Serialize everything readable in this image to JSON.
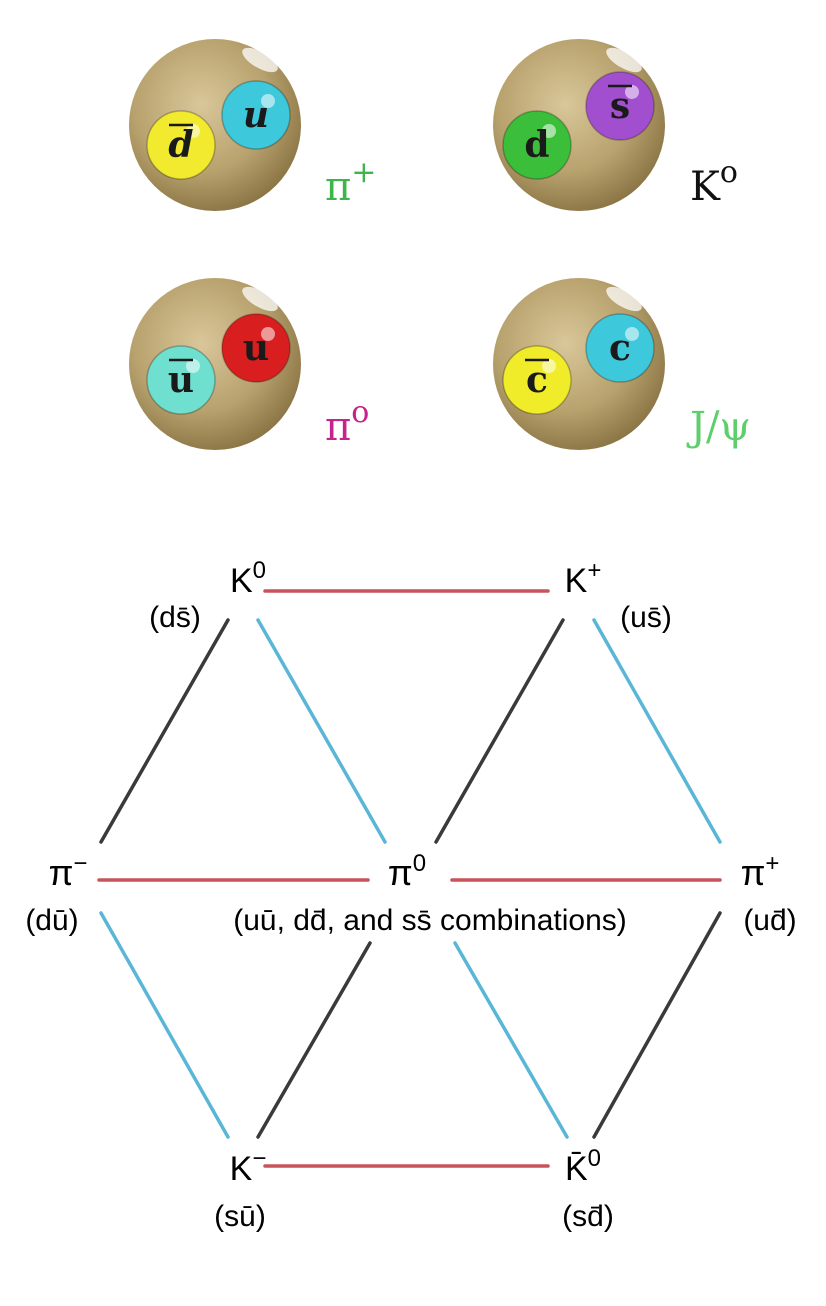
{
  "mesons": [
    {
      "name": "pi-plus-meson",
      "label_main": "π",
      "label_sup": "+",
      "label_color": "#3cb54a",
      "quarks": [
        {
          "text": "d",
          "bar": true,
          "italic": true,
          "color": "#f2ea2e"
        },
        {
          "text": "u",
          "bar": false,
          "italic": true,
          "color": "#3ec8dc"
        }
      ]
    },
    {
      "name": "k-zero-meson",
      "label_main": "K",
      "label_sup": "o",
      "label_color": "#111111",
      "quarks": [
        {
          "text": "d",
          "bar": false,
          "italic": false,
          "color": "#3bbf3b"
        },
        {
          "text": "s",
          "bar": true,
          "italic": false,
          "color": "#a24fcf"
        }
      ]
    },
    {
      "name": "pi-zero-meson",
      "label_main": "π",
      "label_sup": "o",
      "label_color": "#c4248c",
      "quarks": [
        {
          "text": "u",
          "bar": true,
          "italic": false,
          "color": "#6fe0cf"
        },
        {
          "text": "u",
          "bar": false,
          "italic": false,
          "color": "#d81e1e"
        }
      ]
    },
    {
      "name": "j-psi-meson",
      "label_main": "J/ψ",
      "label_sup": "",
      "label_color": "#5ccf6a",
      "quarks": [
        {
          "text": "c",
          "bar": true,
          "italic": false,
          "color": "#f0ec2a"
        },
        {
          "text": "c",
          "bar": false,
          "italic": false,
          "color": "#3ec8dc"
        }
      ]
    }
  ],
  "octet": {
    "nodes": {
      "k0": {
        "symbol": "K",
        "sup": "0",
        "content": "(ds̄)"
      },
      "kplus": {
        "symbol": "K",
        "sup": "+",
        "content": "(us̄)"
      },
      "piminus": {
        "symbol": "π",
        "sup": "−",
        "content": "(dū)"
      },
      "pi0": {
        "symbol": "π",
        "sup": "0",
        "content": "(uū, dd̄, and ss̄ combinations)"
      },
      "piplus": {
        "symbol": "π",
        "sup": "+",
        "content": "(ud̄)"
      },
      "kminus": {
        "symbol": "K",
        "sup": "−",
        "content": "(sū)"
      },
      "k0bar": {
        "symbol": "K̄",
        "sup": "0",
        "content": "(sd̄)"
      }
    },
    "line_colors": {
      "red": "#c8545a",
      "blue": "#5ab6d6",
      "dark": "#3a3a3a"
    }
  }
}
